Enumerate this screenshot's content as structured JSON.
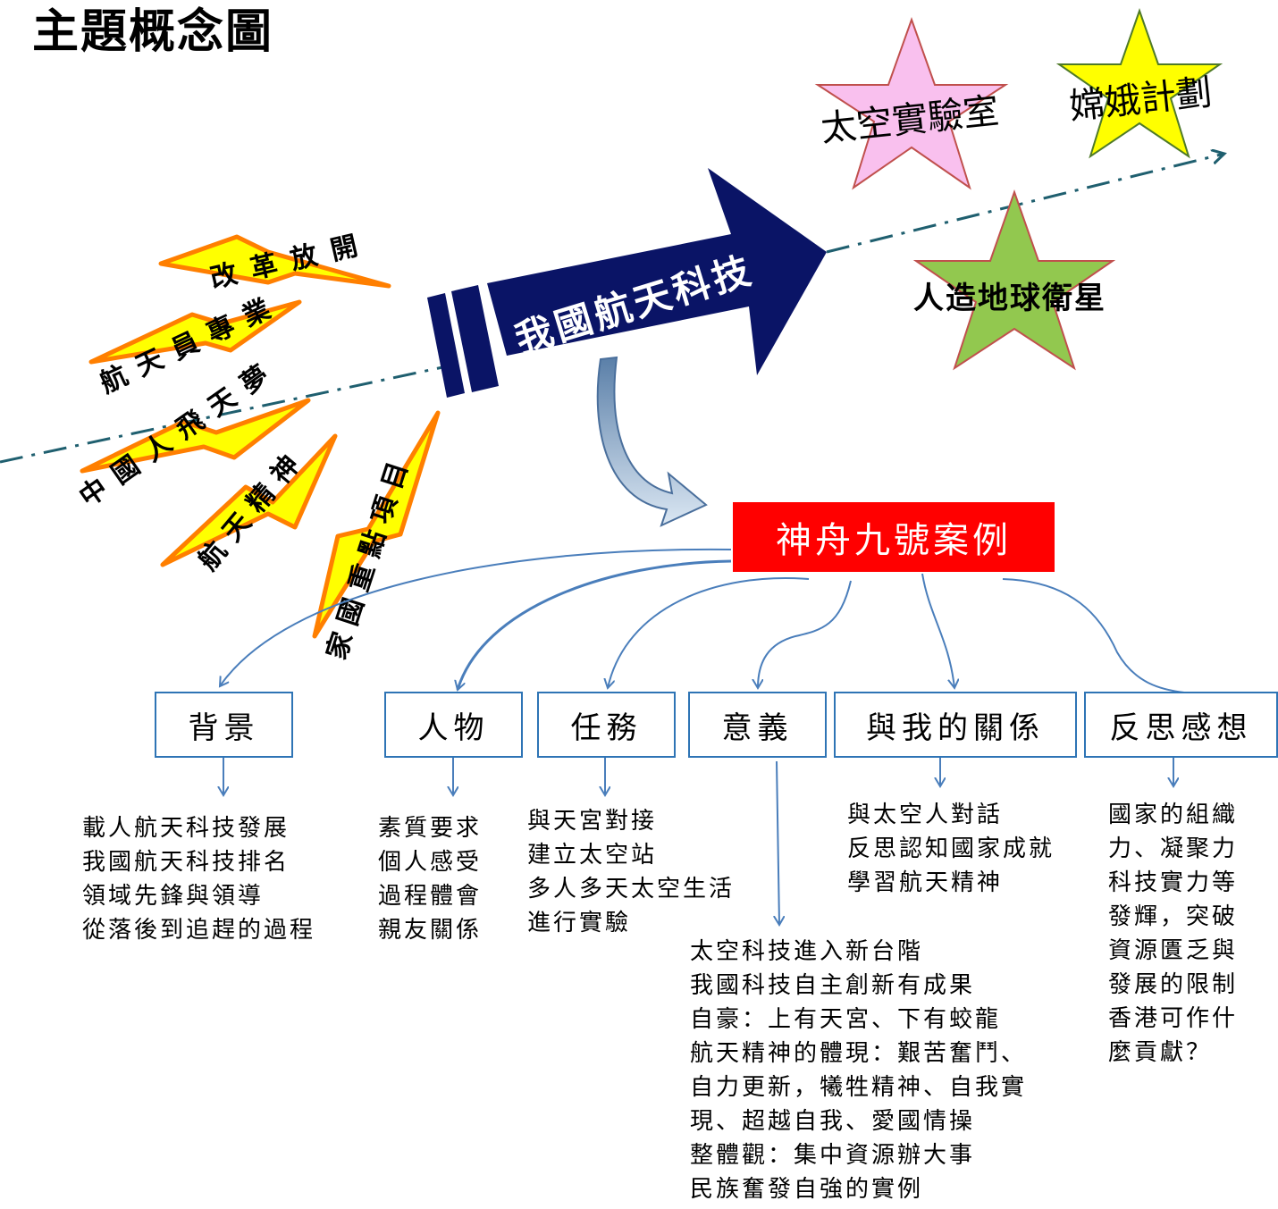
{
  "title": "主題概念圖",
  "main_arrow_label": "我國航天科技",
  "stars": [
    {
      "label": "太空實驗室",
      "color": "#f9c0ee"
    },
    {
      "label": "嫦娥計劃",
      "color": "#ffff00"
    },
    {
      "label": "人造地球衛星",
      "color": "#92c84f"
    }
  ],
  "lightning_bolts": [
    "改革放開",
    "航天員專業",
    "中國人飛天夢",
    "航天精神",
    "家國重點項目"
  ],
  "center_case": "神舟九號案例",
  "categories": [
    {
      "label": "背景",
      "details": [
        "載人航天科技發展",
        "我國航天科技排名",
        "領域先鋒與領導",
        "從落後到追趕的過程"
      ]
    },
    {
      "label": "人物",
      "details": [
        "素質要求",
        "個人感受",
        "過程體會",
        "親友關係"
      ]
    },
    {
      "label": "任務",
      "details": [
        "與天宮對接",
        "建立太空站",
        "多人多天太空生活",
        "進行實驗"
      ]
    },
    {
      "label": "意義",
      "details": [
        "太空科技進入新台階",
        "我國科技自主創新有成果",
        "自豪：上有天宮、下有蛟龍",
        "航天精神的體現：艱苦奮鬥、",
        "自力更新，犧牲精神、自我實",
        "現、超越自我、愛國情操",
        "整體觀：集中資源辦大事",
        "民族奮發自強的實例"
      ]
    },
    {
      "label": "與我的關係",
      "details": [
        "與太空人對話",
        "反思認知國家成就",
        "學習航天精神"
      ]
    },
    {
      "label": "反思感想",
      "details": [
        "國家的組織",
        "力、凝聚力",
        "科技實力等",
        "發輝，突破",
        "資源匱乏與",
        "發展的限制",
        "香港可作什",
        "麼貢獻？"
      ]
    }
  ],
  "colors": {
    "arrow_navy": "#0a1466",
    "bolt_fill": "#ffff00",
    "bolt_stroke": "#ff7f00",
    "line_blue": "#4a7ebb",
    "center_red": "#ff0000",
    "timeline": "#1f5f6f"
  }
}
